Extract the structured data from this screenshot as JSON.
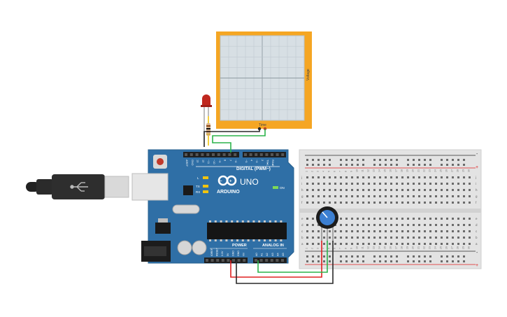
{
  "oscilloscope": {
    "x_label": "Time",
    "y_label": "Voltage",
    "grid_divisions": {
      "columns": 10,
      "rows": 8
    },
    "frame_color": "#f5a623",
    "screen_color": "#d7dfe4"
  },
  "arduino": {
    "brand": "ARDUINO",
    "model": "UNO",
    "digital_header_label": "DIGITAL (PWM~)",
    "power_header_label": "POWER",
    "analog_header_label": "ANALOG IN",
    "led_labels": {
      "on": "ON",
      "tx": "TX",
      "rx": "RX",
      "l": "L"
    },
    "digital_pins": [
      "AREF",
      "GND",
      "13",
      "12",
      "~11",
      "~10",
      "~9",
      "8",
      "7",
      "~6",
      "~5",
      "4",
      "~3",
      "2",
      "TX▸1",
      "RX◂0"
    ],
    "power_pins": [
      "IOREF",
      "RESET",
      "3.3V",
      "5V",
      "GND",
      "GND",
      "Vin"
    ],
    "analog_pins": [
      "A0",
      "A1",
      "A2",
      "A3",
      "A4",
      "A5"
    ],
    "board_color": "#2f6fa6"
  },
  "breadboard": {
    "rail_minus": "-",
    "rail_plus": "+",
    "row_letters_top": [
      "j",
      "i",
      "h",
      "g",
      "f"
    ],
    "row_letters_bottom": [
      "e",
      "d",
      "c",
      "b",
      "a"
    ],
    "columns": 30
  },
  "components": {
    "led_color": "#c0281f",
    "potentiometer_color": "#3c7fd1"
  },
  "wires": {
    "green": "#2bb34a",
    "red": "#e02020",
    "black": "#2a2a2a"
  }
}
